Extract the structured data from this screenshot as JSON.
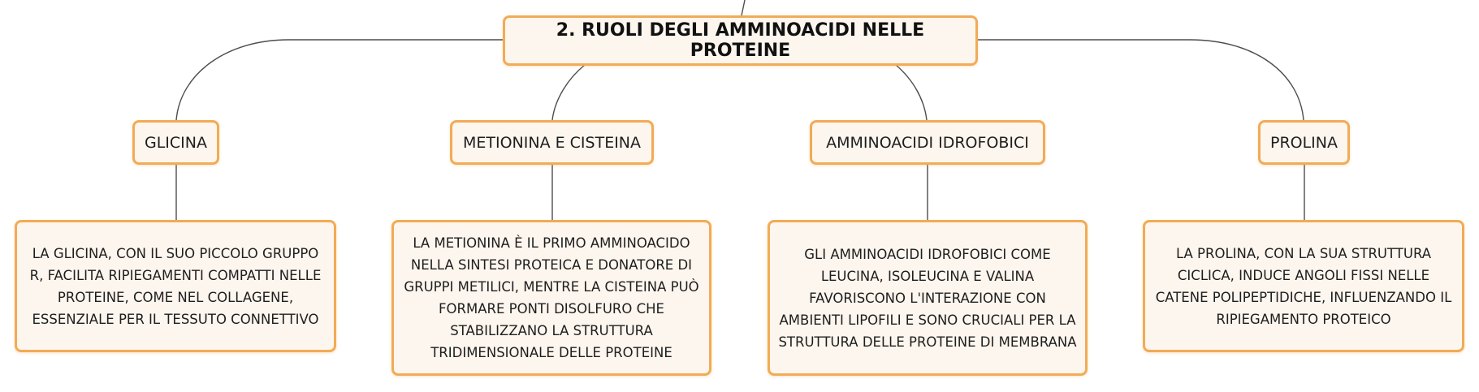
{
  "central": {
    "title": "2. RUOLI DEGLI AMMINOACIDI NELLE PROTEINE"
  },
  "topics": [
    {
      "label": "GLICINA"
    },
    {
      "label": "METIONINA E CISTEINA"
    },
    {
      "label": "AMMINOACIDI IDROFOBICI"
    },
    {
      "label": "PROLINA"
    }
  ],
  "details": [
    {
      "lines": [
        "LA GLICINA, CON IL SUO PICCOLO GRUPPO",
        "R, FACILITA RIPIEGAMENTI COMPATTI NELLE",
        "PROTEINE, COME NEL COLLAGENE,",
        "ESSENZIALE PER IL TESSUTO CONNETTIVO"
      ]
    },
    {
      "lines": [
        "LA METIONINA È IL PRIMO AMMINOACIDO",
        "NELLA SINTESI PROTEICA E DONATORE DI",
        "GRUPPI METILICI, MENTRE LA CISTEINA PUÒ",
        "FORMARE PONTI DISOLFURO CHE",
        "STABILIZZANO LA STRUTTURA",
        "TRIDIMENSIONALE DELLE PROTEINE"
      ]
    },
    {
      "lines": [
        "GLI AMMINOACIDI IDROFOBICI COME",
        "LEUCINA, ISOLEUCINA E VALINA",
        "FAVORISCONO L'INTERAZIONE CON",
        "AMBIENTI LIPOFILI E SONO CRUCIALI PER LA",
        "STRUTTURA DELLE PROTEINE DI MEMBRANA"
      ]
    },
    {
      "lines": [
        "LA PROLINA, CON LA SUA STRUTTURA",
        "CICLICA, INDUCE ANGOLI FISSI NELLE",
        "CATENE POLIPEPTIDICHE, INFLUENZANDO IL",
        "RIPIEGAMENTO PROTEICO"
      ]
    }
  ],
  "colors": {
    "node_border": "#f2ab56",
    "node_fill": "#fdf6ee",
    "connector": "#4d4d4d",
    "text": "#1e1e1e"
  }
}
